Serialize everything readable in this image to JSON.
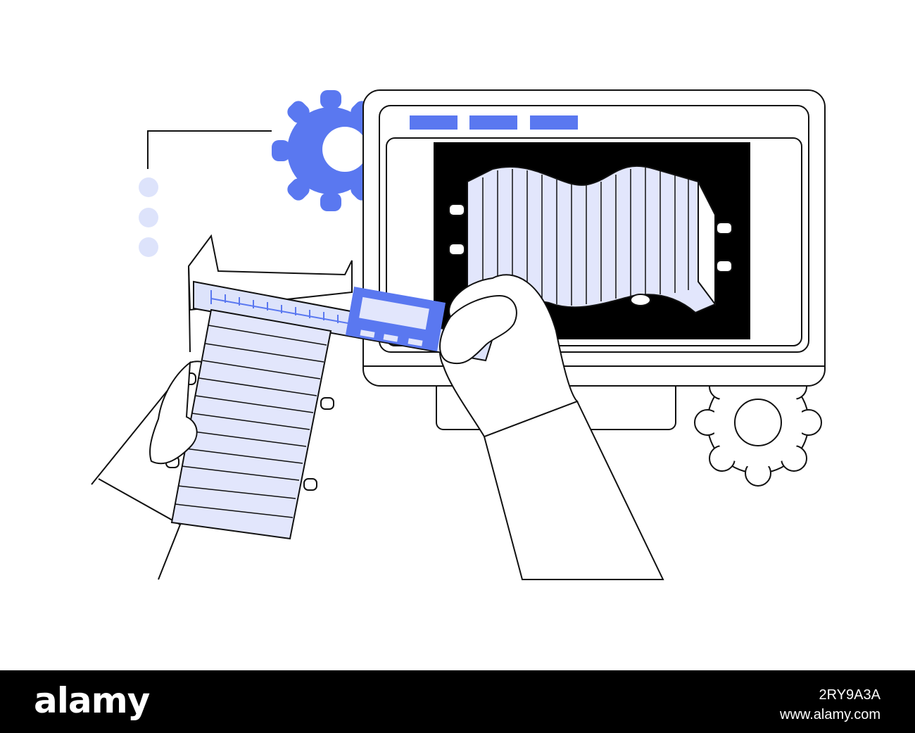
{
  "colors": {
    "accent": "#5a78f0",
    "accent_light": "#e2e6fc",
    "accent_pale": "#dde3fb",
    "outline": "#111111",
    "screen_bg": "#000000",
    "footer_bg": "#000000"
  },
  "watermark": {
    "logo": "alamy",
    "image_id": "2RY9A3A",
    "url": "www.alamy.com"
  },
  "icons": [
    "gear-icon",
    "gear-outline-icon",
    "caliper-icon",
    "monitor-icon",
    "hand-icon"
  ]
}
